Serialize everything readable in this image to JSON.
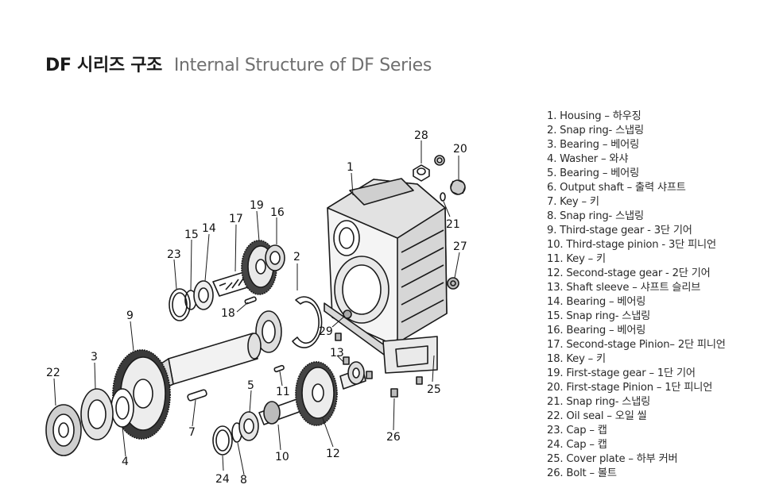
{
  "title": {
    "korean": "DF 시리즈 구조",
    "english": "Internal Structure of DF Series"
  },
  "legend": [
    "1. Housing – 하우징",
    "2. Snap ring- 스냅링",
    "3. Bearing – 베어링",
    "4. Washer – 와샤",
    "5. Bearing – 베어링",
    "6. Output shaft – 출력 샤프트",
    "7. Key – 키",
    "8. Snap ring- 스냅링",
    "9. Third-stage gear - 3단 기어",
    "10. Third-stage pinion - 3단 피니언",
    "11. Key – 키",
    "12. Second-stage gear - 2단 기어",
    "13. Shaft sleeve – 샤프트 슬리브",
    "14. Bearing – 베어링",
    "15. Snap ring- 스냅링",
    "16. Bearing – 베어링",
    "17. Second-stage Pinion– 2단 피니언",
    "18. Key – 키",
    "19. First-stage gear – 1단 기어",
    "20. First-stage Pinion – 1단 피니언",
    "21. Snap ring- 스냅링",
    "22. Oil seal – 오일 씰",
    "23. Cap – 캡",
    "24. Cap – 캡",
    "25. Cover plate – 하부 커버",
    "26. Bolt – 볼트"
  ],
  "callouts": {
    "n1": "1",
    "n2": "2",
    "n3": "3",
    "n4": "4",
    "n5": "5",
    "n7": "7",
    "n8": "8",
    "n9": "9",
    "n10": "10",
    "n11": "11",
    "n12": "12",
    "n13": "13",
    "n14": "14",
    "n15": "15",
    "n16": "16",
    "n17": "17",
    "n18": "18",
    "n19": "19",
    "n20": "20",
    "n21": "21",
    "n22": "22",
    "n23": "23",
    "n24": "24",
    "n25": "25",
    "n26": "26",
    "n27": "27",
    "n28": "28",
    "n29": "29"
  }
}
